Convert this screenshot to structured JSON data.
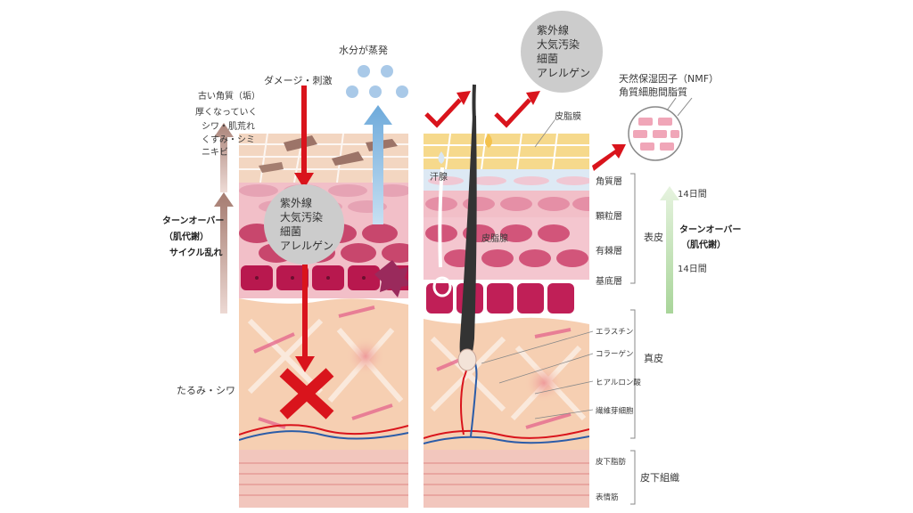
{
  "left_panel": {
    "top_labels": {
      "water_evaporation": "水分が蒸発",
      "damage_stimulus": "ダメージ・刺激",
      "old_keratin": "古い角質（垢）"
    },
    "symptoms": [
      "厚くなっていく",
      "シワ・肌荒れ",
      "くすみ・シミ",
      "ニキビ"
    ],
    "turnover_disorder": [
      "ターンオーバー",
      "（肌代謝）",
      "サイクル乱れ"
    ],
    "sagging": "たるみ・シワ",
    "aggressor_circle": [
      "紫外線",
      "大気汚染",
      "細菌",
      "アレルゲン"
    ]
  },
  "right_panel": {
    "aggressor_circle": [
      "紫外線",
      "大気汚染",
      "細菌",
      "アレルゲン"
    ],
    "nmf": [
      "天然保湿因子（NMF）",
      "角質細胞間脂質"
    ],
    "sebum_film": "皮脂膜",
    "sweat_gland": "汗腺",
    "sebaceous_gland": "皮脂腺",
    "epidermis_layers": [
      "角質層",
      "顆粒層",
      "有棘層",
      "基底層"
    ],
    "epidermis": "表皮",
    "dermis_components": [
      "エラスチン",
      "コラーゲン",
      "ヒアルロン酸",
      "繊維芽細胞"
    ],
    "dermis": "真皮",
    "subcutaneous_components": [
      "皮下脂肪",
      "表情筋"
    ],
    "subcutaneous_tissue": "皮下組織",
    "turnover_normal": [
      "ターンオーバー",
      "（肌代謝）"
    ],
    "days_14_top": "14日間",
    "days_14_bottom": "14日間"
  },
  "colors": {
    "red_arrow": "#d9141c",
    "blue_arrow": "#7ab3dc",
    "gray_circle": "#cccccc",
    "cell_pink": "#c8476d",
    "cell_magenta": "#b8184e",
    "dermis_peach": "#f6cfb2",
    "green_arrow": "#a9d59a",
    "brown_arrow": "#b98c84"
  }
}
